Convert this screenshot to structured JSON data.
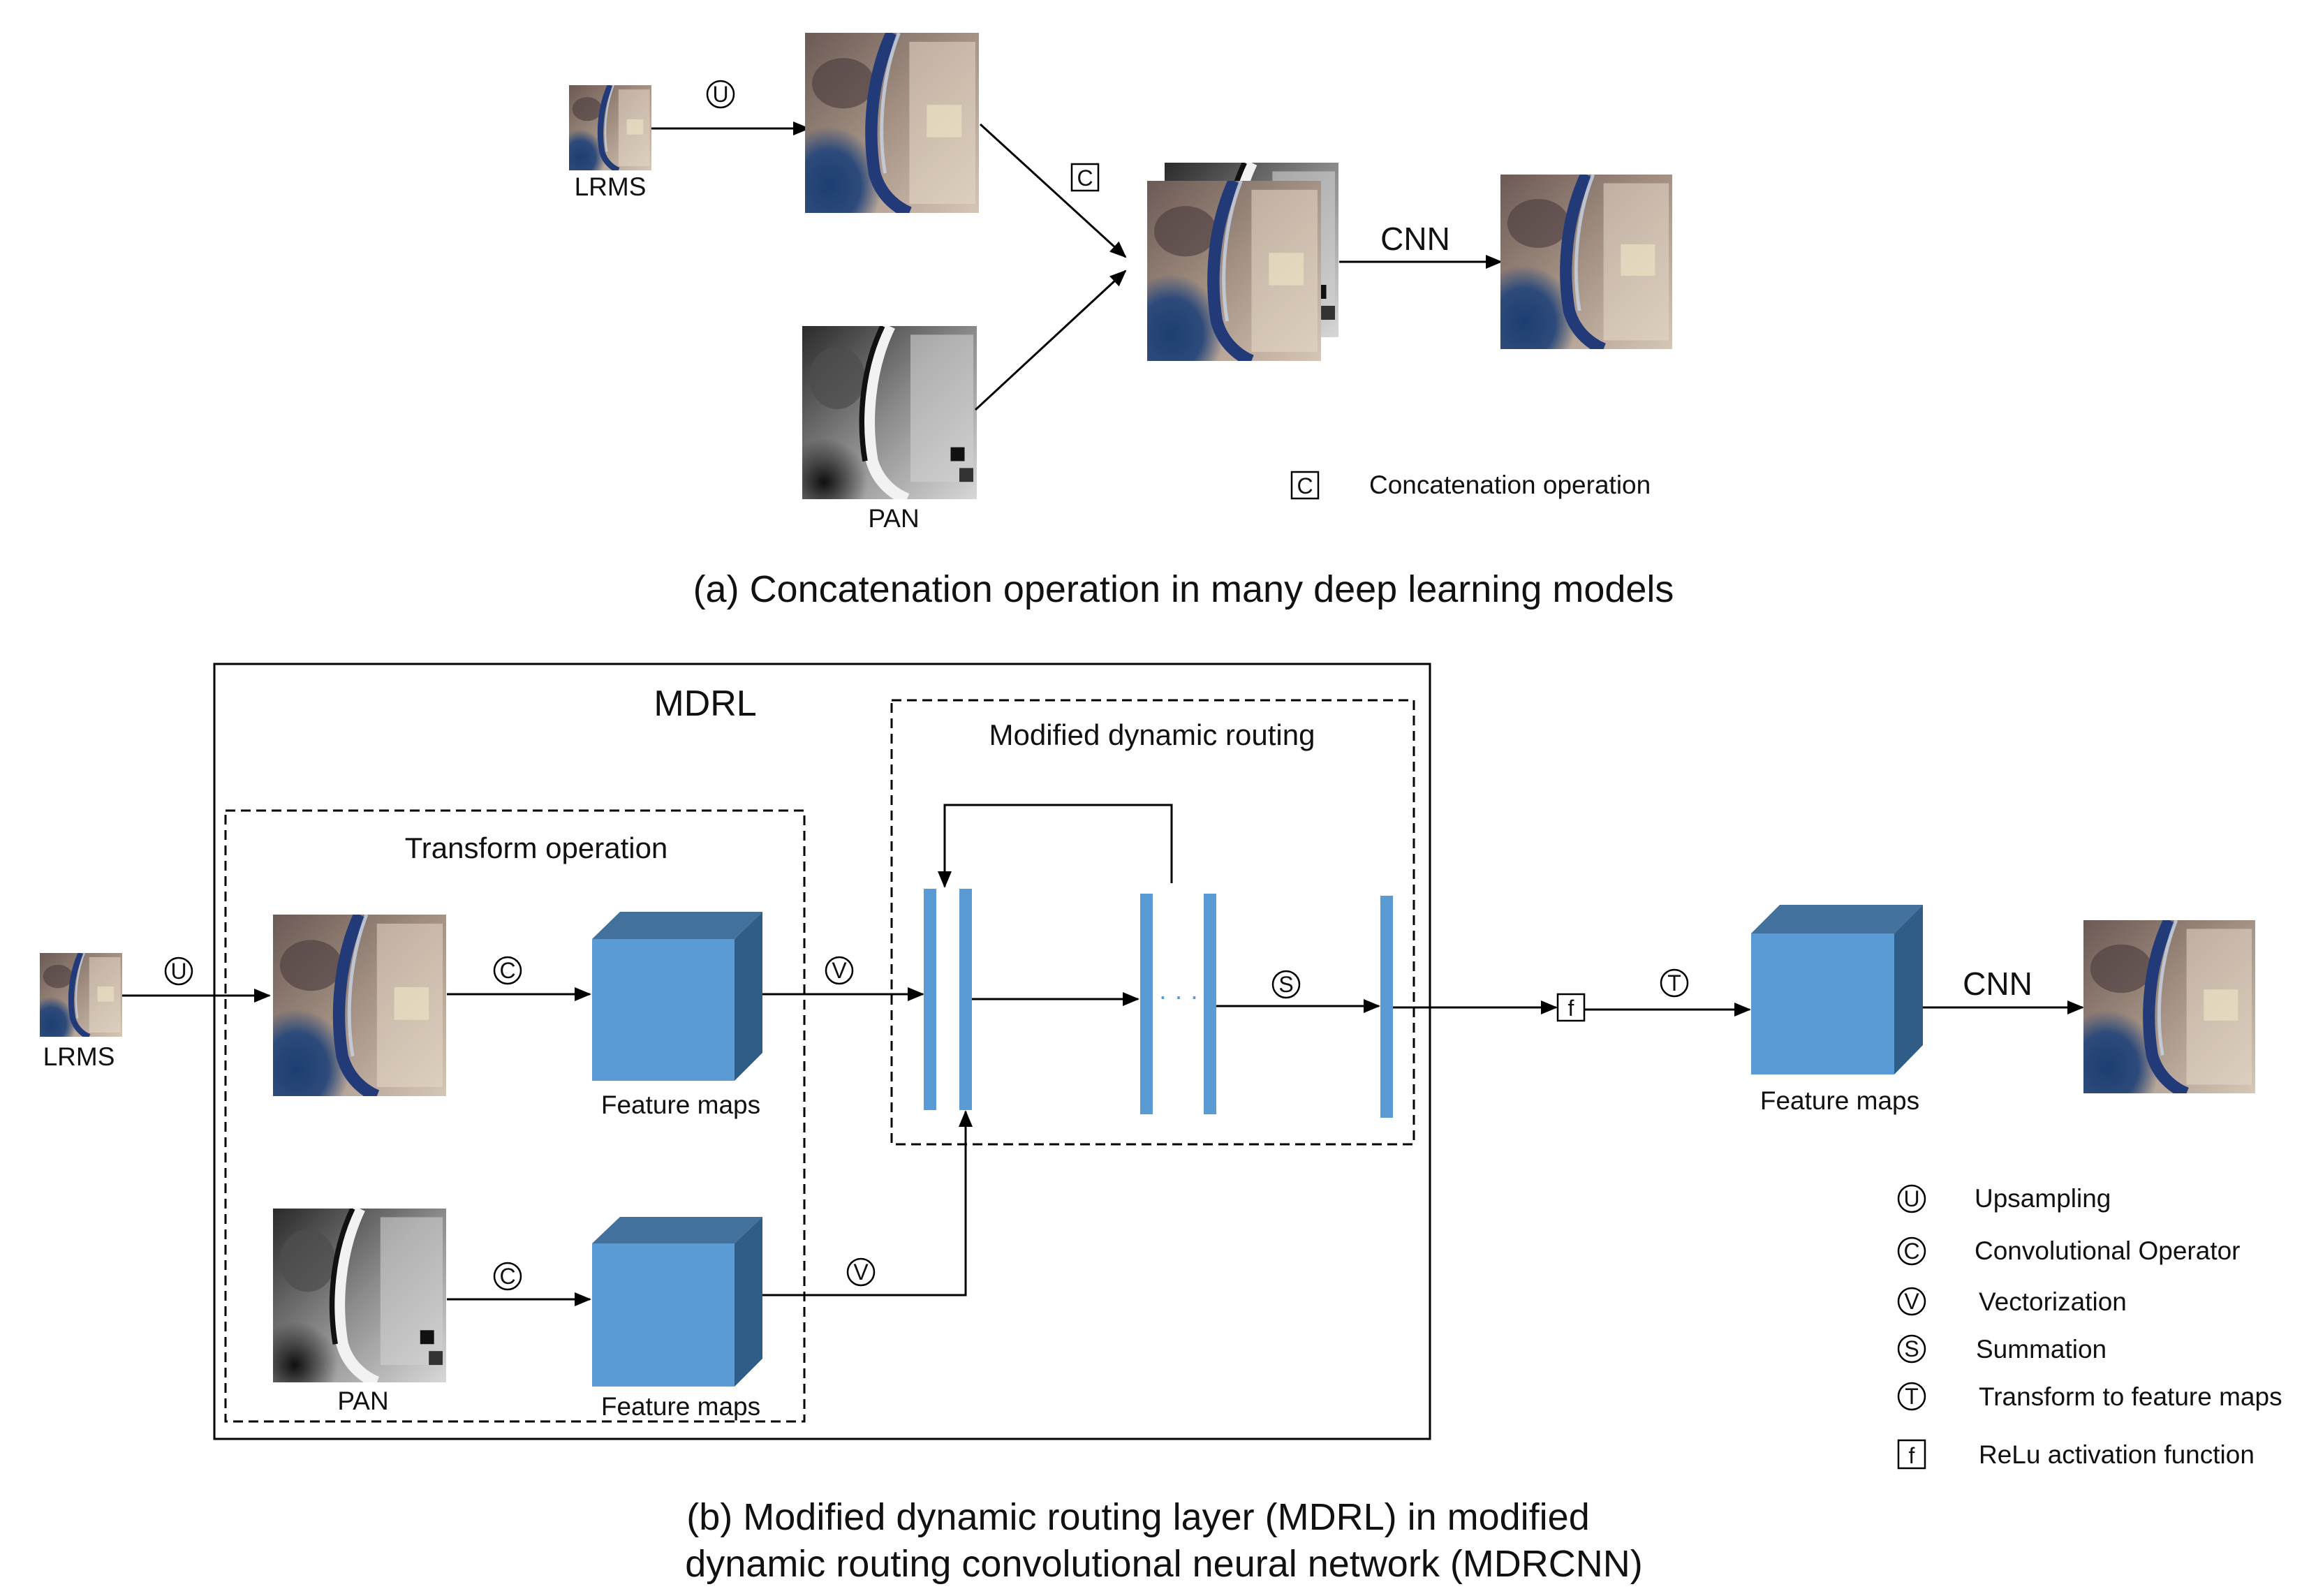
{
  "colors": {
    "feature_front": "#5b9bd5",
    "feature_top": "#41719c",
    "feature_side": "#2f5d87",
    "routing_bar": "#5b9bd5",
    "line": "#000000"
  },
  "icons": {
    "satellite_color": "color-satellite-image",
    "satellite_pan": "grayscale-satellite-image"
  },
  "part_a": {
    "lrms_label": "LRMS",
    "pan_label": "PAN",
    "upsample_symbol": "U",
    "concat_symbol": "C",
    "cnn_label": "CNN",
    "legend_symbol": "C",
    "legend_text": "Concatenation operation",
    "caption": "(a) Concatenation operation in many deep learning models"
  },
  "part_b": {
    "mdrl_title": "MDRL",
    "transform_title": "Transform operation",
    "routing_title": "Modified dynamic routing",
    "lrms_label": "LRMS",
    "pan_label": "PAN",
    "feature_maps_label": "Feature maps",
    "u_symbol": "U",
    "c_symbol": "C",
    "v_symbol": "V",
    "s_symbol": "S",
    "t_symbol": "T",
    "f_symbol": "f",
    "dots": "· · ·",
    "cnn_label": "CNN",
    "caption_line1": "(b) Modified dynamic routing layer (MDRL) in modified",
    "caption_line2": "dynamic routing convolutional neural network (MDRCNN)"
  },
  "legend": [
    {
      "symbol": "U",
      "text": "Upsampling"
    },
    {
      "symbol": "C",
      "text": "Convolutional Operator"
    },
    {
      "symbol": "V",
      "text": "Vectorization"
    },
    {
      "symbol": "S",
      "text": "Summation"
    },
    {
      "symbol": "T",
      "text": "Transform to feature maps"
    },
    {
      "symbol": "f",
      "text": "ReLu activation function"
    }
  ]
}
